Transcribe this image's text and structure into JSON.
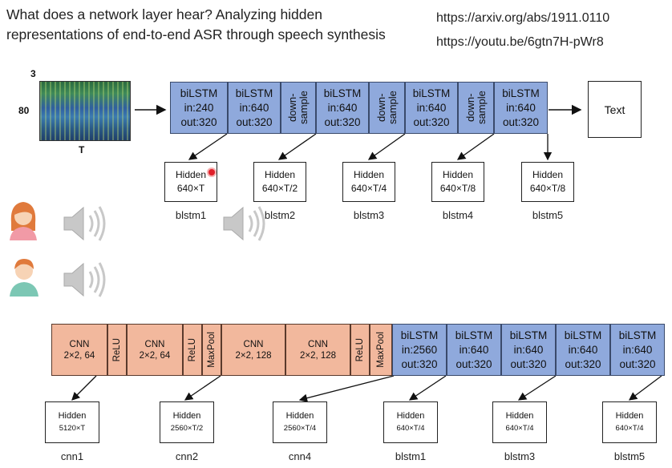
{
  "header": {
    "title": "What does a network layer hear? Analyzing hidden representations of end-to-end ASR through speech synthesis",
    "link_arxiv": "https://arxiv.org/abs/1911.0110",
    "link_youtube": "https://youtu.be/6gtn7H-pWr8"
  },
  "spectrogram": {
    "freq_label": "80",
    "channel_label": "3",
    "time_label": "T"
  },
  "top_pipeline": {
    "blocks": [
      {
        "title": "biLSTM",
        "in": "in:240",
        "out": "out:320"
      },
      {
        "title": "biLSTM",
        "in": "in:640",
        "out": "out:320"
      },
      {
        "title": "down-sample"
      },
      {
        "title": "biLSTM",
        "in": "in:640",
        "out": "out:320"
      },
      {
        "title": "down-sample"
      },
      {
        "title": "biLSTM",
        "in": "in:640",
        "out": "out:320"
      },
      {
        "title": "down-sample"
      },
      {
        "title": "biLSTM",
        "in": "in:640",
        "out": "out:320"
      }
    ],
    "output_label": "Text",
    "hidden": [
      {
        "title": "Hidden",
        "dims": "640×T",
        "label": "blstm1"
      },
      {
        "title": "Hidden",
        "dims": "640×T/2",
        "label": "blstm2"
      },
      {
        "title": "Hidden",
        "dims": "640×T/4",
        "label": "blstm3"
      },
      {
        "title": "Hidden",
        "dims": "640×T/8",
        "label": "blstm4"
      },
      {
        "title": "Hidden",
        "dims": "640×T/8",
        "label": "blstm5"
      }
    ]
  },
  "bottom_pipeline": {
    "cnn_blocks": [
      {
        "title": "CNN",
        "params": "2×2, 64"
      },
      {
        "title": "ReLU"
      },
      {
        "title": "CNN",
        "params": "2×2, 64"
      },
      {
        "title": "ReLU"
      },
      {
        "title": "MaxPool"
      },
      {
        "title": "CNN",
        "params": "2×2, 128"
      },
      {
        "title": "CNN",
        "params": "2×2, 128"
      },
      {
        "title": "ReLU"
      },
      {
        "title": "MaxPool"
      }
    ],
    "lstm_blocks": [
      {
        "title": "biLSTM",
        "in": "in:2560",
        "out": "out:320"
      },
      {
        "title": "biLSTM",
        "in": "in:640",
        "out": "out:320"
      },
      {
        "title": "biLSTM",
        "in": "in:640",
        "out": "out:320"
      },
      {
        "title": "biLSTM",
        "in": "in:640",
        "out": "out:320"
      },
      {
        "title": "biLSTM",
        "in": "in:640",
        "out": "out:320"
      }
    ],
    "hidden": [
      {
        "title": "Hidden",
        "dims": "5120×T",
        "label": "cnn1"
      },
      {
        "title": "Hidden",
        "dims": "2560×T/2",
        "label": "cnn2"
      },
      {
        "title": "Hidden",
        "dims": "2560×T/4",
        "label": "cnn4"
      },
      {
        "title": "Hidden",
        "dims": "640×T/4",
        "label": "blstm1"
      },
      {
        "title": "Hidden",
        "dims": "640×T/4",
        "label": "blstm3"
      },
      {
        "title": "Hidden",
        "dims": "640×T/4",
        "label": "blstm5"
      }
    ]
  },
  "colors": {
    "lstm": "#8fa9dc",
    "cnn": "#f2b89d",
    "accent_dot": "#e0202a"
  }
}
